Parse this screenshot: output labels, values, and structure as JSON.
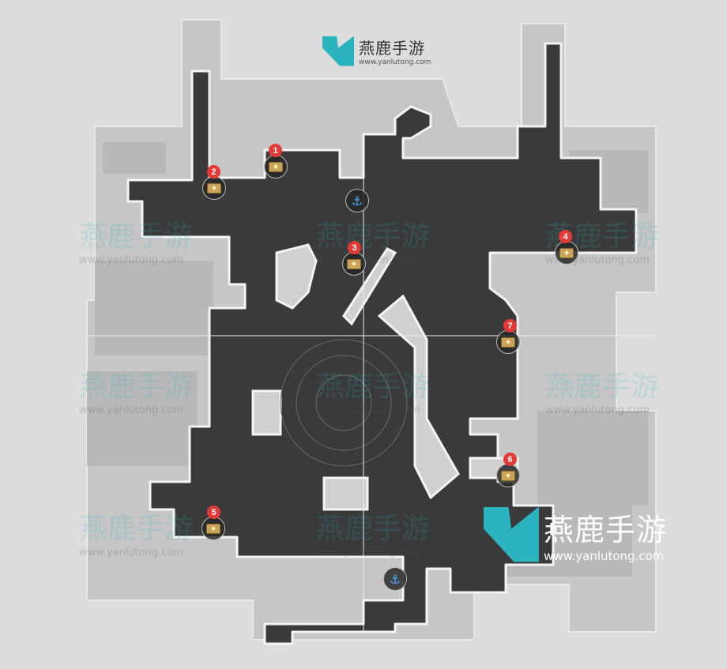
{
  "watermark": {
    "brand": "燕鹿手游",
    "url": "www.yanlutong.com",
    "brand_color": "#2bb3c0"
  },
  "chests": [
    {
      "label": "1",
      "icon": "treasure-chest-icon"
    },
    {
      "label": "2",
      "icon": "treasure-chest-icon"
    },
    {
      "label": "3",
      "icon": "treasure-chest-icon"
    },
    {
      "label": "4",
      "icon": "treasure-chest-icon"
    },
    {
      "label": "5",
      "icon": "treasure-chest-icon"
    },
    {
      "label": "6",
      "icon": "treasure-chest-icon"
    },
    {
      "label": "7",
      "icon": "treasure-chest-icon"
    }
  ],
  "teleports": [
    {
      "icon": "space-anchor-icon"
    },
    {
      "icon": "space-anchor-icon"
    }
  ],
  "colors": {
    "floor": "#3a3a3a",
    "wall": "#f2f2f2",
    "background": "#dcdcdc",
    "badge": "#e53935"
  }
}
